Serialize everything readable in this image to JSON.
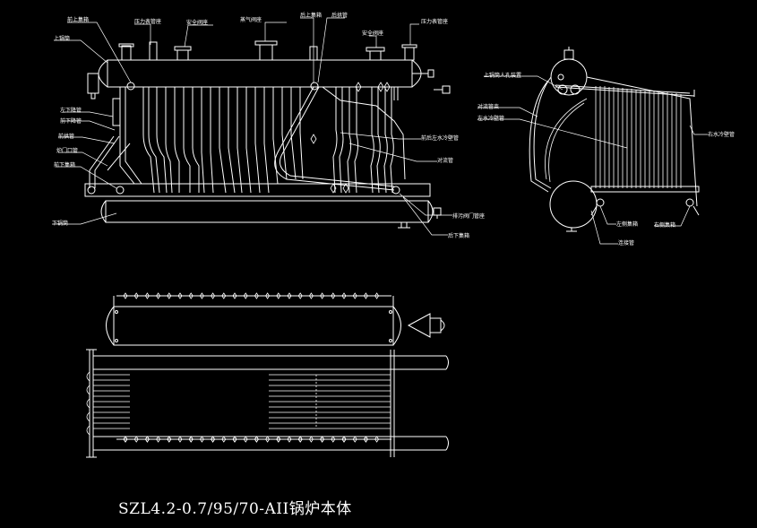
{
  "title": "SZL4.2-0.7/95/70-AII锅炉本体",
  "colors": {
    "background": "#000000",
    "line": "#ffffff"
  },
  "front_view_labels": {
    "front_upper_header": "前上集箱",
    "pressure_gauge_seat_left": "压力表管座",
    "safety_valve_seat": "安全阀座",
    "steam_valve_seat": "蒸气阀座",
    "upper_drum_seat": "后上集箱",
    "rear_header": "后拱管",
    "safety_valve_seat_2": "安全阀座",
    "pressure_gauge_seat_right": "压力表管座",
    "upper_drum": "上锅筒",
    "left_lower_drop_pipe": "左下降管",
    "right_lower_drop_pipe": "前下降管",
    "front_drop_pipe": "前拱管",
    "furnace_outlet_pipe": "炉门口管",
    "front_lower_header": "前下集箱",
    "lower_drum": "下锅筒",
    "rear_left_water_wall": "前后左水冷壁管",
    "convection_pipe": "对流管",
    "drain_pipe_seat": "排污阀门管座",
    "rear_lower_header": "后下集箱"
  },
  "side_view_labels": {
    "upper_drum_manhole": "上锅筒人孔装置",
    "convection_bank": "对流管束",
    "left_water_wall": "左水冷壁管",
    "right_water_wall": "右水冷壁管",
    "left_lower_header": "左侧集箱",
    "right_lower_header": "右侧集箱",
    "connecting_pipe": "连接管"
  }
}
